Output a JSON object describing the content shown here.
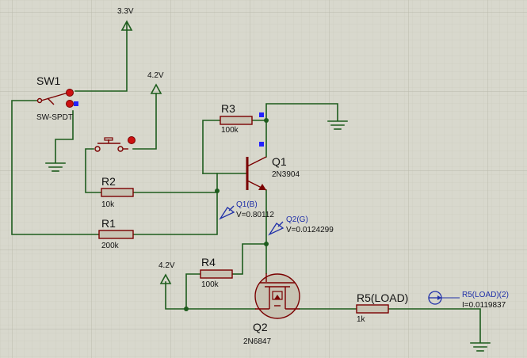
{
  "colors": {
    "background": "#d8d8cd",
    "grid_minor": "#c9c9bc",
    "grid_major": "#b9b9aa",
    "wire": "#1d5c1d",
    "component": "#7a0000",
    "probe": "#1f2fa8",
    "pin_marker": "#2222ff",
    "led": "#cc1111"
  },
  "power": {
    "v33": "3.3V",
    "v42_top": "4.2V",
    "v42_left": "4.2V"
  },
  "components": {
    "sw1": {
      "ref": "SW1",
      "type": "SW-SPDT"
    },
    "r1": {
      "ref": "R1",
      "value": "200k"
    },
    "r2": {
      "ref": "R2",
      "value": "10k"
    },
    "r3": {
      "ref": "R3",
      "value": "100k"
    },
    "r4": {
      "ref": "R4",
      "value": "100k"
    },
    "r5": {
      "ref": "R5(LOAD)",
      "value": "1k"
    },
    "q1": {
      "ref": "Q1",
      "value": "2N3904"
    },
    "q2": {
      "ref": "Q2",
      "value": "2N6847"
    }
  },
  "probes": {
    "q1b": {
      "label": "Q1(B)",
      "reading": "V=0.80112"
    },
    "q2g": {
      "label": "Q2(G)",
      "reading": "V=0.0124299"
    },
    "r5": {
      "label": "R5(LOAD)(2)",
      "reading": "I=0.0119837"
    }
  }
}
